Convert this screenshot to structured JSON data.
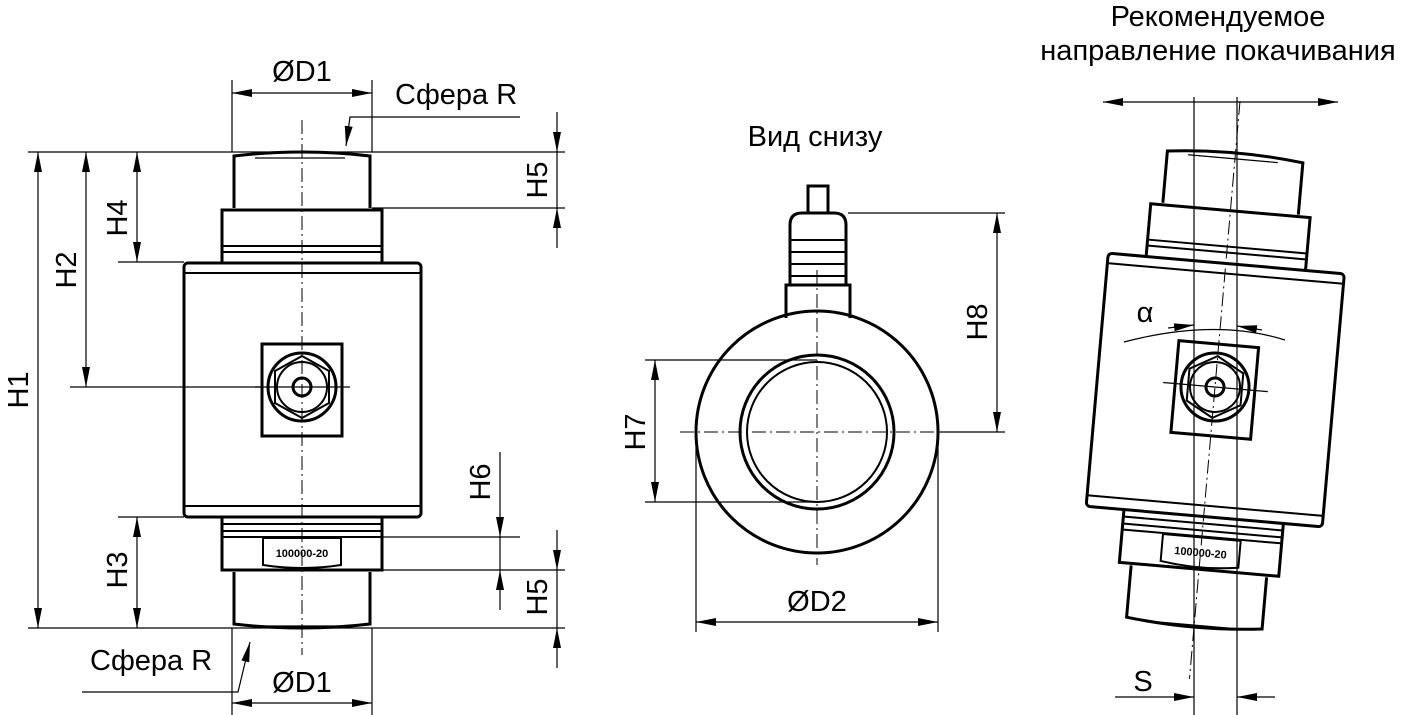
{
  "front_view": {
    "top_diameter": "ØD1",
    "top_sphere": "Сфера R",
    "bottom_diameter": "ØD1",
    "bottom_sphere": "Сфера R",
    "dims": {
      "h1": "H1",
      "h2": "H2",
      "h3": "H3",
      "h4": "H4",
      "h5_top": "H5",
      "h5_bottom": "H5",
      "h6": "H6"
    },
    "marking": "100000-20"
  },
  "bottom_view": {
    "title": "Вид снизу",
    "diameter": "ØD2",
    "dims": {
      "h7": "H7",
      "h8": "H8"
    }
  },
  "side_view": {
    "title_line1": "Рекомендуемое",
    "title_line2": "направление покачивания",
    "angle": "α",
    "offset": "S",
    "marking": "100000-20"
  }
}
